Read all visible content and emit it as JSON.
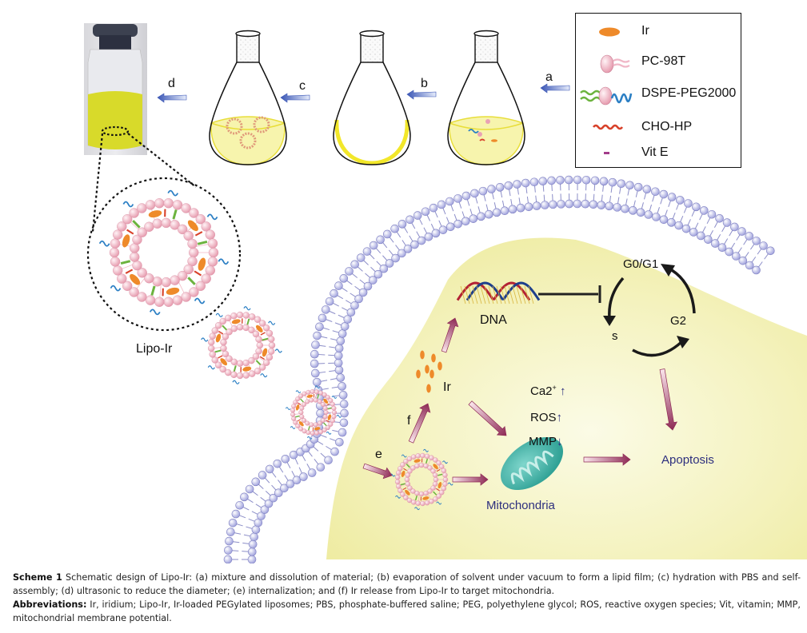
{
  "figure": {
    "step_labels": {
      "a": "a",
      "b": "b",
      "c": "c",
      "d": "d",
      "e": "e",
      "f": "f"
    },
    "lipo_label": "Lipo-Ir",
    "ir_label": "Ir",
    "dna_label": "DNA",
    "mito_label": "Mitochondria",
    "apoptosis_label": "Apoptosis",
    "cell_cycle": {
      "g0g1": "G0/G1",
      "s": "s",
      "g2": "G2"
    },
    "effects": [
      {
        "label": "Ca2",
        "sup": "+",
        "direction": "↑"
      },
      {
        "label": "ROS",
        "sup": "",
        "direction": "↑"
      },
      {
        "label": "MMP",
        "sup": "",
        "direction": "↓"
      }
    ],
    "colors": {
      "ir": "#ee8a2a",
      "lipid_head": "#f0b2c0",
      "peg": "#2b7fc4",
      "dspe_tail": "#6cb33e",
      "cho_hp": "#d8412a",
      "vit_e": "#a23d8a",
      "membrane": "#b7b8e6",
      "cytoplasm": "#f4f2b8",
      "process_arrow": "#4a63b8",
      "pathway_arrow": "#8e2a55",
      "mito": "#3bb2a6",
      "label_blue": "#2d2f7e"
    }
  },
  "legend": {
    "items": [
      {
        "icon": "ir-ellipse-icon",
        "label": "Ir"
      },
      {
        "icon": "pc98t-lipid-icon",
        "label": "PC-98T"
      },
      {
        "icon": "dspe-peg-icon",
        "label": "DSPE-PEG2000"
      },
      {
        "icon": "cho-hp-wave-icon",
        "label": "CHO-HP"
      },
      {
        "icon": "vit-e-dash-icon",
        "label": "Vit E"
      }
    ]
  },
  "caption": {
    "scheme_title": "Scheme 1",
    "scheme_text": "Schematic design of Lipo-Ir: (a) mixture and dissolution of material; (b) evaporation of solvent under vacuum to form a lipid film; (c) hydration with PBS and self-assembly; (d) ultrasonic to reduce the diameter; (e) internalization; and (f) Ir release from Lipo-Ir to target mitochondria.",
    "abbr_title": "Abbreviations:",
    "abbr_text": "Ir, iridium; Lipo-Ir, Ir-loaded PEGylated liposomes; PBS, phosphate-buffered saline; PEG, polyethylene glycol; ROS, reactive oxygen species; Vit, vitamin; MMP, mitochondrial membrane potential."
  }
}
